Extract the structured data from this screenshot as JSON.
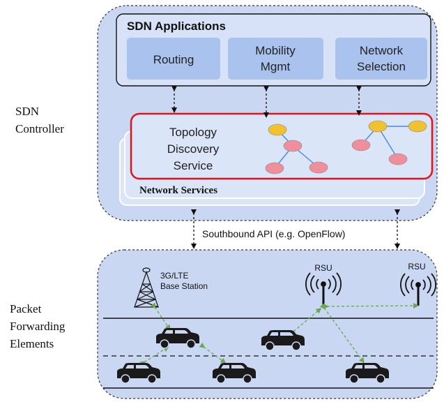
{
  "controller": {
    "label_line1": "SDN",
    "label_line2": "Controller",
    "apps_title": "SDN Applications",
    "apps": [
      {
        "line1": "Routing",
        "line2": ""
      },
      {
        "line1": "Mobility",
        "line2": "Mgmt"
      },
      {
        "line1": "Network",
        "line2": "Selection"
      }
    ],
    "service_line1": "Topology",
    "service_line2": "Discovery",
    "service_line3": "Service",
    "network_services": "Network Services"
  },
  "api_label": "Southbound API (e.g. OpenFlow)",
  "forwarding": {
    "label_line1": "Packet",
    "label_line2": "Forwarding",
    "label_line3": "Elements",
    "base_station_line1": "3G/LTE",
    "base_station_line2": "Base Station",
    "rsu_1": "RSU",
    "rsu_2": "RSU"
  },
  "colors": {
    "panel_fill": "#c9d7f3",
    "app_box_fill": "#a9c3ee",
    "highlight_border": "#e0141a",
    "node_yellow": "#f2c12e",
    "node_pink": "#ef8f9c",
    "link_blue": "#4a86e8",
    "wireless_green": "#6aa84f"
  }
}
